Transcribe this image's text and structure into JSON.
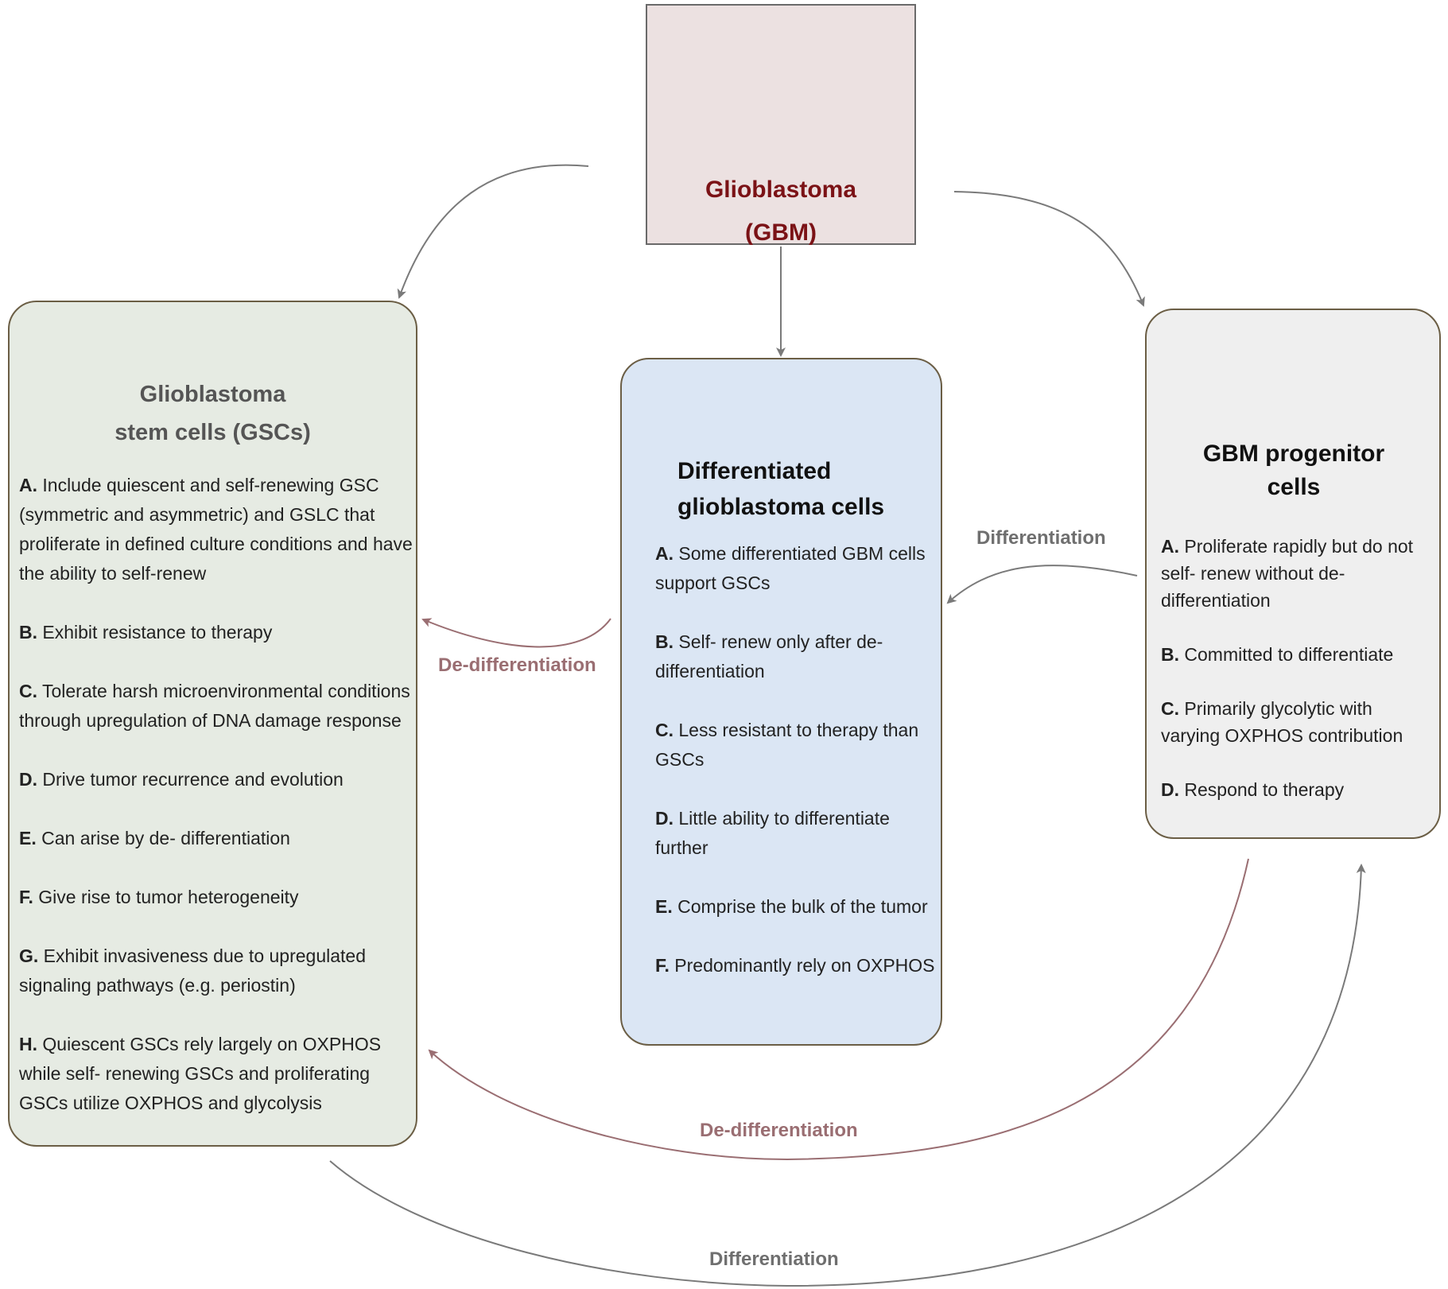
{
  "center": {
    "title_line1": "Glioblastoma",
    "title_line2": "(GBM)"
  },
  "gsc": {
    "title_line1": "Glioblastoma",
    "title_line2": "stem cells (GSCs)",
    "items": [
      {
        "letter": "A.",
        "text": "Include quiescent and self-renewing GSC (symmetric and  asymmetric) and GSLC that proliferate in defined culture conditions and have the ability to self-renew"
      },
      {
        "letter": "B.",
        "text": "Exhibit resistance to therapy"
      },
      {
        "letter": "C.",
        "text": "Tolerate harsh microenvironmental conditions through upregulation of DNA damage response"
      },
      {
        "letter": "D.",
        "text": "Drive tumor recurrence and evolution"
      },
      {
        "letter": "E.",
        "text": "Can arise by de- differentiation"
      },
      {
        "letter": "F.",
        "text": "Give rise to tumor heterogeneity"
      },
      {
        "letter": "G.",
        "text": "Exhibit invasiveness due to upregulated signaling pathways (e.g. periostin)"
      },
      {
        "letter": "H.",
        "text": "Quiescent GSCs rely largely on OXPHOS while self- renewing GSCs and proliferating GSCs utilize OXPHOS and glycolysis"
      }
    ]
  },
  "differentiated": {
    "title_line1": "Differentiated",
    "title_line2": "glioblastoma cells",
    "items": [
      {
        "letter": "A.",
        "text": "Some differentiated GBM cells support GSCs"
      },
      {
        "letter": "B.",
        "text": "Self- renew only after de- differentiation"
      },
      {
        "letter": "C.",
        "text": "Less resistant to therapy than GSCs"
      },
      {
        "letter": "D.",
        "text": "Little ability to differentiate further"
      },
      {
        "letter": "E.",
        "text": "Comprise the bulk of the tumor"
      },
      {
        "letter": "F.",
        "text": "Predominantly rely on OXPHOS"
      }
    ]
  },
  "progenitor": {
    "title_line1": "GBM progenitor",
    "title_line2": "cells",
    "items": [
      {
        "letter": "A.",
        "text": "Proliferate rapidly but do not self- renew without de-differentiation"
      },
      {
        "letter": "B.",
        "text": "Committed to differentiate"
      },
      {
        "letter": "C.",
        "text": "Primarily glycolytic with varying OXPHOS contribution"
      },
      {
        "letter": "D.",
        "text": "Respond to therapy"
      }
    ]
  },
  "arrows": {
    "differentiation_top": "Differentiation",
    "dedifferentiation_mid": "De-differentiation",
    "dedifferentiation_bottom": "De-differentiation",
    "differentiation_bottom": "Differentiation"
  },
  "colors": {
    "gbm_title": "#7b1216",
    "gsc_fill": "#e6ebe3",
    "diff_fill": "#dbe6f4",
    "prog_fill": "#efefef",
    "arrow_gray": "#7a7a7a",
    "arrow_red": "#9a6e72"
  }
}
